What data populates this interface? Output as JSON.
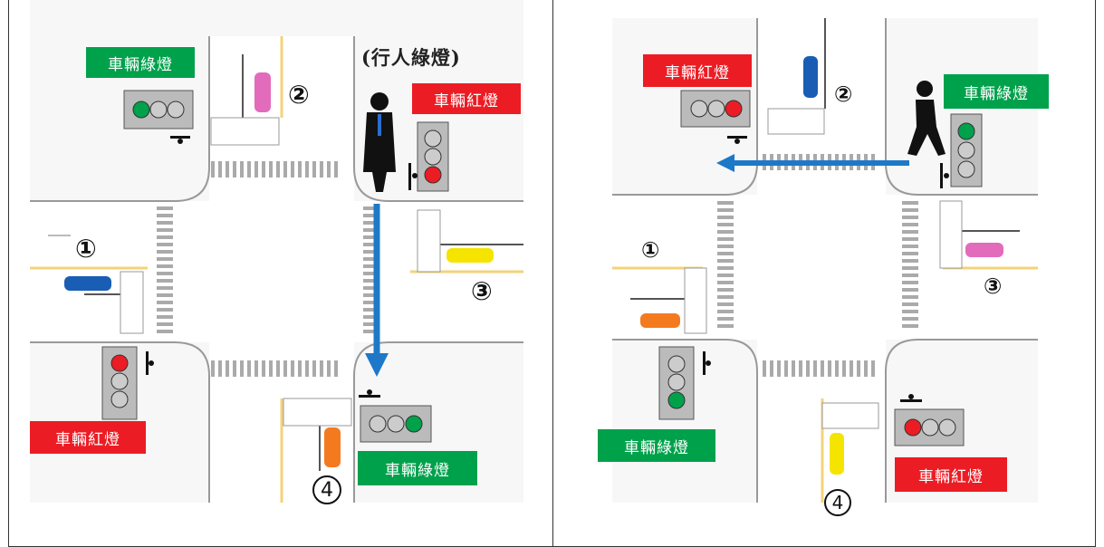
{
  "left_panel": {
    "pedestrian_title": "(行人綠燈)",
    "labels": {
      "top_left": "車輛綠燈",
      "top_right": "車輛紅燈",
      "bottom_left": "車輛紅燈",
      "bottom_right": "車輛綠燈"
    },
    "lane_numbers": [
      "①",
      "②",
      "③",
      "4"
    ]
  },
  "right_panel": {
    "labels": {
      "top_left": "車輛紅燈",
      "top_right": "車輛綠燈",
      "bottom_left": "車輛綠燈",
      "bottom_right": "車輛紅燈"
    },
    "lane_numbers": [
      "①",
      "②",
      "③",
      "4"
    ]
  },
  "colors": {
    "green_label": "#00a14b",
    "red_label": "#ec1c24",
    "arrow": "#1e78c8"
  }
}
